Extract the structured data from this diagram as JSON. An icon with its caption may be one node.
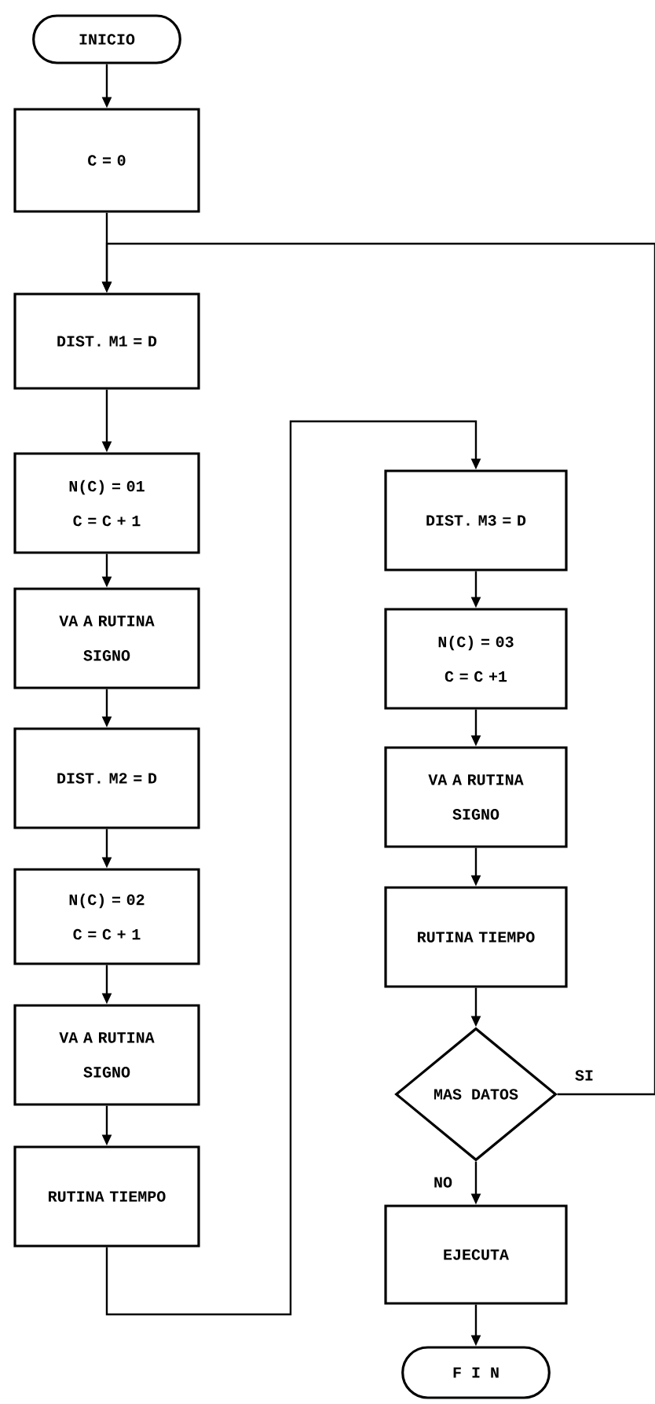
{
  "diagram": {
    "nodes": [
      {
        "text": [
          "INICIO"
        ]
      },
      {
        "text": [
          "C = 0"
        ]
      },
      {
        "text": [
          "DIST. M1 = D"
        ]
      },
      {
        "text": [
          "N(C) = 01 C = C + 1"
        ]
      },
      {
        "text": [
          "VA A RUTINA SIGNO"
        ]
      },
      {
        "text": [
          "DIST. M2 = D"
        ]
      },
      {
        "text": [
          "N(C) = 02 C = C + 1"
        ]
      },
      {
        "text": [
          "VA A RUTINA SIGNO"
        ]
      },
      {
        "text": [
          "RUTINA TIEMPO"
        ]
      },
      {
        "text": [
          "DIST. M3 = D"
        ]
      },
      {
        "text": [
          "N(C) = 03 C = C +1"
        ]
      },
      {
        "text": [
          "VA A RUTINA SIGNO"
        ]
      },
      {
        "text": [
          "RUTINA TIEMPO"
        ]
      },
      {
        "text": [
          "MAS DATOS"
        ]
      },
      {
        "text": [
          "EJECUTA"
        ]
      },
      {
        "text": [
          "F I N"
        ]
      }
    ],
    "edges": [
      {
        "from": 0,
        "to": 1,
        "arrow": "to"
      },
      {
        "from": 1,
        "to": 2,
        "arrow": "to"
      },
      {
        "from": 2,
        "to": 3,
        "arrow": "to"
      },
      {
        "from": 3,
        "to": 4,
        "arrow": "to"
      },
      {
        "from": 4,
        "to": 5,
        "arrow": "to"
      },
      {
        "from": 5,
        "to": 6,
        "arrow": "to"
      },
      {
        "from": 6,
        "to": 7,
        "arrow": "to"
      },
      {
        "from": 7,
        "to": 8,
        "arrow": "to"
      },
      {
        "from": 8,
        "to": 9,
        "arrow": "to"
      },
      {
        "from": 9,
        "to": 10,
        "arrow": "to"
      },
      {
        "from": 10,
        "to": 11,
        "arrow": "to"
      },
      {
        "from": 11,
        "to": 12,
        "arrow": "to"
      },
      {
        "from": 12,
        "to": 13,
        "arrow": "to"
      },
      {
        "from": 13,
        "to": 14,
        "arrow": "to",
        "label": "NO"
      },
      {
        "from": 14,
        "to": 15,
        "arrow": "to"
      },
      {
        "from": 13,
        "to": 2,
        "arrow": "to",
        "label": "SI"
      }
    ]
  }
}
